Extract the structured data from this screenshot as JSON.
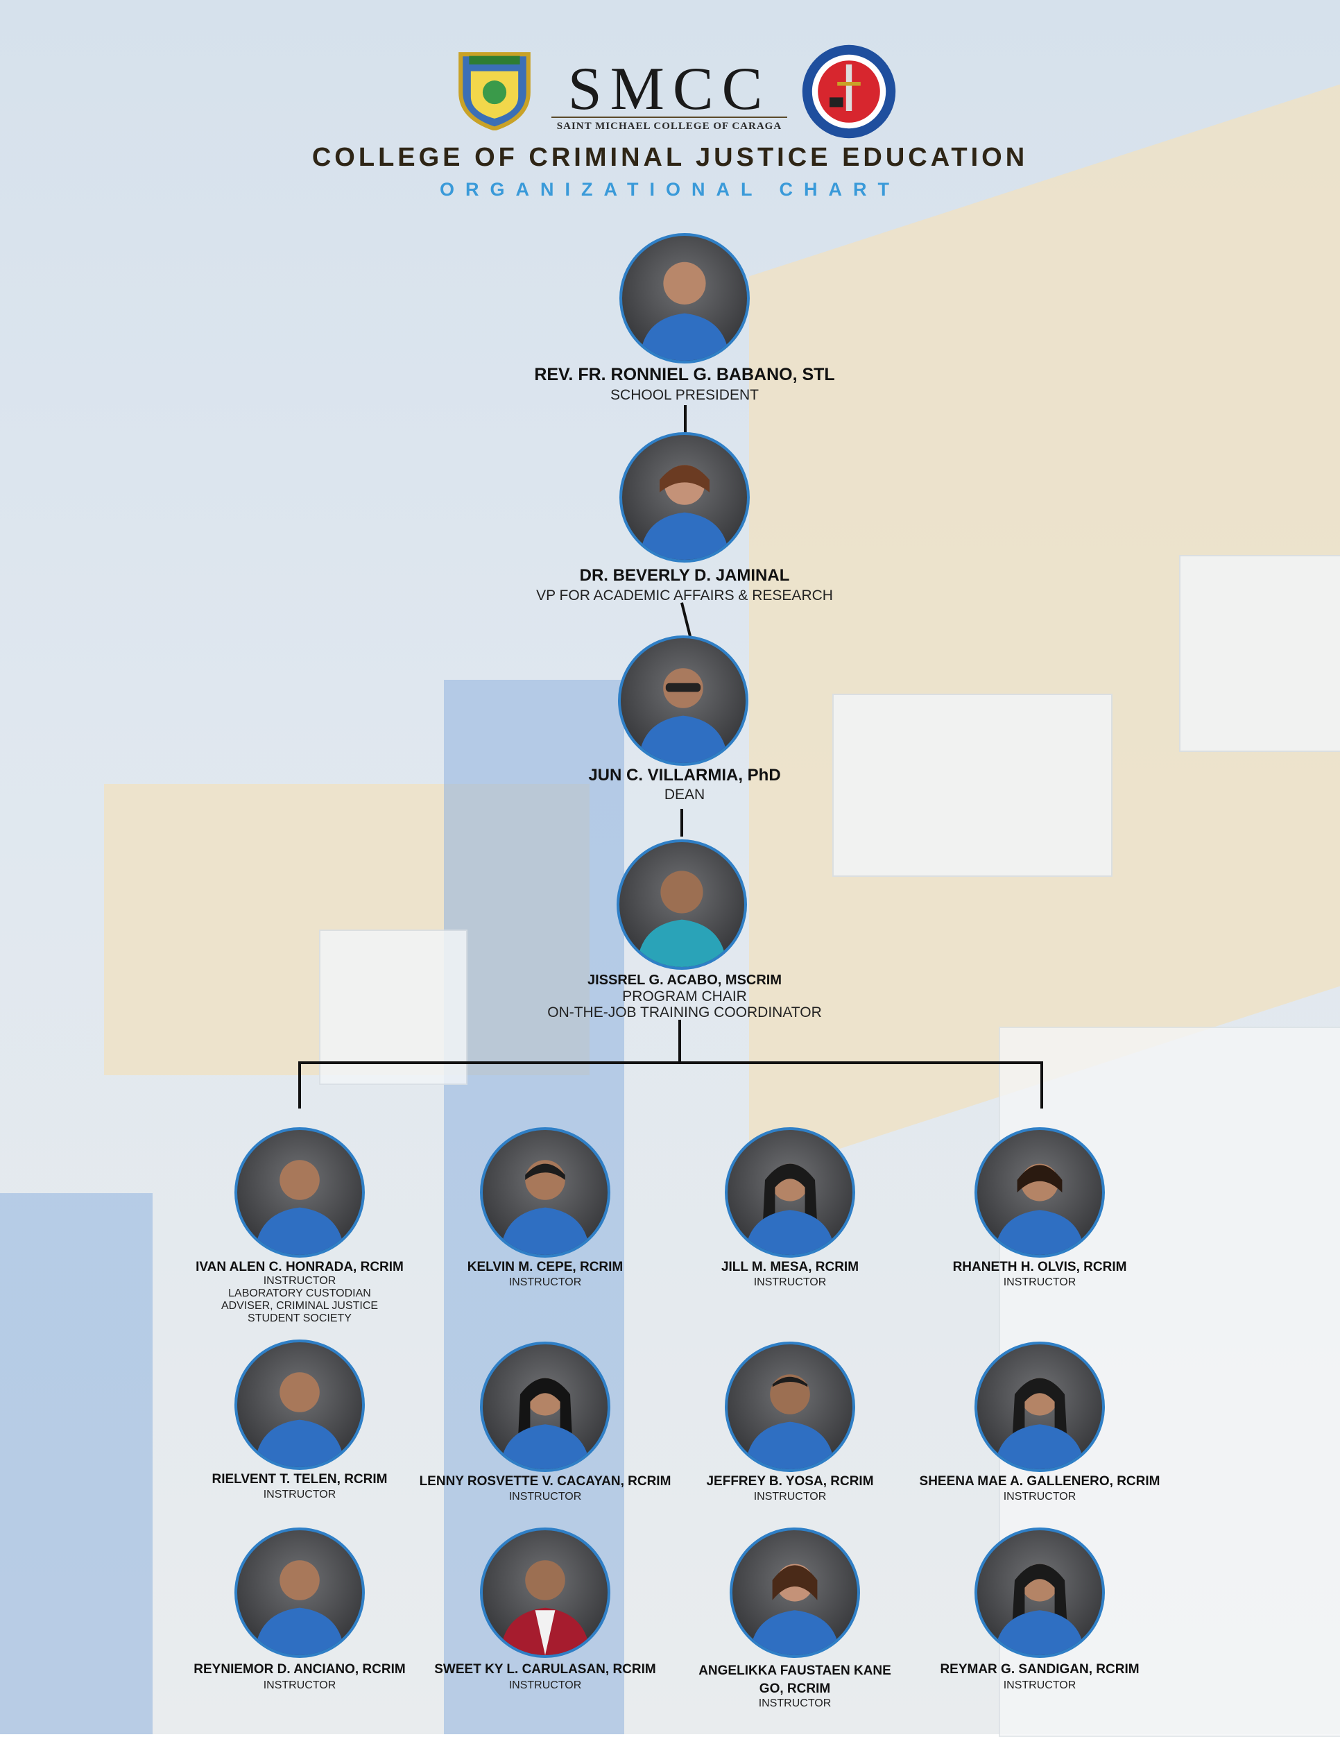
{
  "header": {
    "logo_text": "SMCC",
    "logo_subtext": "SAINT MICHAEL COLLEGE OF CARAGA",
    "title": "COLLEGE OF CRIMINAL JUSTICE EDUCATION",
    "subtitle": "ORGANIZATIONAL CHART"
  },
  "colors": {
    "accent_blue": "#3a9ad9",
    "title_dark": "#2e2516",
    "photo_border": "#2f7fc6",
    "connector": "#111111"
  },
  "top": [
    {
      "name": "REV. FR. RONNIEL G. BABANO, STL",
      "roles": [
        "SCHOOL PRESIDENT"
      ]
    },
    {
      "name": "DR. BEVERLY D. JAMINAL",
      "roles": [
        "VP FOR ACADEMIC AFFAIRS & RESEARCH"
      ]
    },
    {
      "name": "JUN C. VILLARMIA, PhD",
      "roles": [
        "DEAN"
      ]
    },
    {
      "name": "JISSREL G. ACABO, MSCRIM",
      "roles": [
        "PROGRAM CHAIR",
        "ON-THE-JOB TRAINING COORDINATOR"
      ]
    }
  ],
  "staff_row1": [
    {
      "name": "IVAN ALEN C. HONRADA, RCRIM",
      "roles": [
        "INSTRUCTOR",
        "LABORATORY CUSTODIAN",
        "ADVISER, CRIMINAL JUSTICE",
        "STUDENT SOCIETY"
      ]
    },
    {
      "name": "KELVIN M. CEPE, RCRIM",
      "roles": [
        "INSTRUCTOR"
      ]
    },
    {
      "name": "JILL M. MESA, RCRIM",
      "roles": [
        "INSTRUCTOR"
      ]
    },
    {
      "name": "RHANETH H. OLVIS, RCRIM",
      "roles": [
        "INSTRUCTOR"
      ]
    }
  ],
  "staff_row2": [
    {
      "name": "RIELVENT T. TELEN, RCRIM",
      "roles": [
        "INSTRUCTOR"
      ]
    },
    {
      "name": "LENNY ROSVETTE V. CACAYAN, RCRIM",
      "roles": [
        "INSTRUCTOR"
      ]
    },
    {
      "name": "JEFFREY B. YOSA, RCRIM",
      "roles": [
        "INSTRUCTOR"
      ]
    },
    {
      "name": "SHEENA MAE A. GALLENERO, RCRIM",
      "roles": [
        "INSTRUCTOR"
      ]
    }
  ],
  "staff_row3": [
    {
      "name": "REYNIEMOR D. ANCIANO, RCRIM",
      "roles": [
        "INSTRUCTOR"
      ]
    },
    {
      "name": "SWEET KY L. CARULASAN, RCRIM",
      "roles": [
        "INSTRUCTOR"
      ]
    },
    {
      "name": "ANGELIKKA FAUSTAEN KANE GO, RCRIM",
      "roles": [
        "INSTRUCTOR"
      ]
    },
    {
      "name": "REYMAR G. SANDIGAN, RCRIM",
      "roles": [
        "INSTRUCTOR"
      ]
    }
  ]
}
